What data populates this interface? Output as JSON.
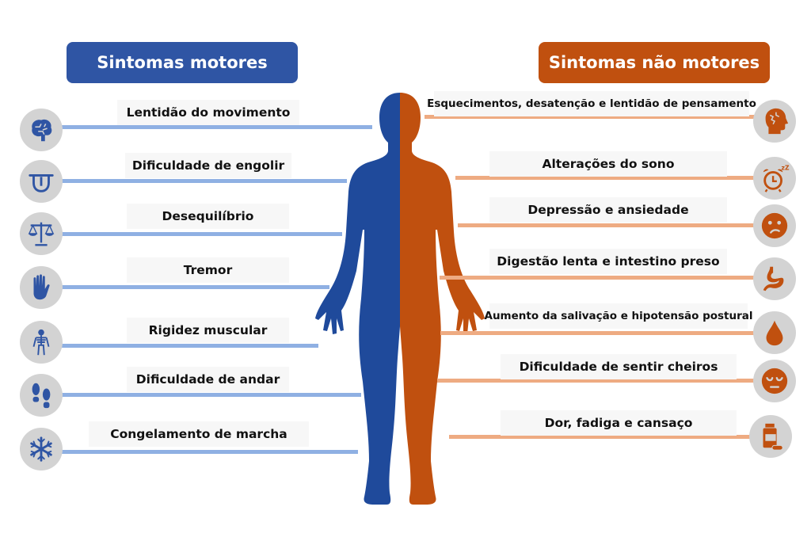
{
  "headers": {
    "motor": "Sintomas motores",
    "non_motor": "Sintomas não motores"
  },
  "colors": {
    "motor": "#2f55a4",
    "non_motor": "#c0500f",
    "motor_line": "#8fb0e3",
    "non_motor_line": "#eeab82",
    "icon_bg": "#d3d3d3"
  },
  "motor_symptoms": [
    {
      "label": "Lentidão do movimento",
      "icon": "brain-icon"
    },
    {
      "label": "Dificuldade de engolir",
      "icon": "tongue-icon"
    },
    {
      "label": "Desequilíbrio",
      "icon": "balance-scale-icon"
    },
    {
      "label": "Tremor",
      "icon": "hand-icon"
    },
    {
      "label": "Rigidez muscular",
      "icon": "skeleton-icon"
    },
    {
      "label": "Dificuldade de andar",
      "icon": "footprints-icon"
    },
    {
      "label": "Congelamento de marcha",
      "icon": "snowflake-icon"
    }
  ],
  "non_motor_symptoms": [
    {
      "label": "Esquecimentos, desatenção e lentidão de pensamento",
      "icon": "head-brain-icon"
    },
    {
      "label": "Alterações do sono",
      "icon": "alarm-clock-sleep-icon"
    },
    {
      "label": "Depressão e ansiedade",
      "icon": "sad-face-icon"
    },
    {
      "label": "Digestão lenta e intestino preso",
      "icon": "stomach-icon"
    },
    {
      "label": "Aumento da salivação e hipotensão postural",
      "icon": "drop-icon"
    },
    {
      "label": "Dificuldade de sentir cheiros",
      "icon": "closed-eyes-face-icon"
    },
    {
      "label": "Dor, fadiga e cansaço",
      "icon": "pill-bottle-icon"
    }
  ]
}
